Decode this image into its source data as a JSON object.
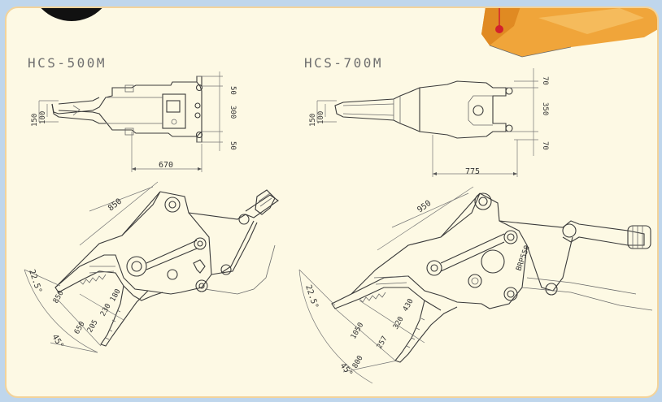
{
  "models": {
    "left": {
      "name": "HCS-500M",
      "top_view": {
        "width_small_1": "150",
        "width_small_2": "100",
        "height_top": "50",
        "height_mid": "300",
        "height_bottom": "50"
      },
      "side_view": {
        "length": "670",
        "jaw_length": "850",
        "jaw_angle": "22.5°",
        "open_angle": "45°",
        "dim_a": "850",
        "dim_b": "650",
        "dim_c": "205",
        "dim_d": "230",
        "dim_e": "180"
      }
    },
    "right": {
      "name": "HCS-700M",
      "top_view": {
        "width_small_1": "150",
        "width_small_2": "100",
        "height_top": "70",
        "height_mid": "350",
        "height_bottom": "70"
      },
      "side_view": {
        "length": "775",
        "jaw_length": "950",
        "jaw_angle": "22.5°",
        "open_angle": "45°",
        "dim_a": "1050",
        "dim_b": "800",
        "dim_c": "257",
        "dim_d": "320",
        "dim_e": "430",
        "pump_label": "BRP550"
      }
    }
  },
  "colors": {
    "panel": "#fdf9e4",
    "border": "#f3d39a",
    "background": "#bfd6ec",
    "accent_orange": "#f0a53a",
    "red_dot": "#d2212c"
  }
}
